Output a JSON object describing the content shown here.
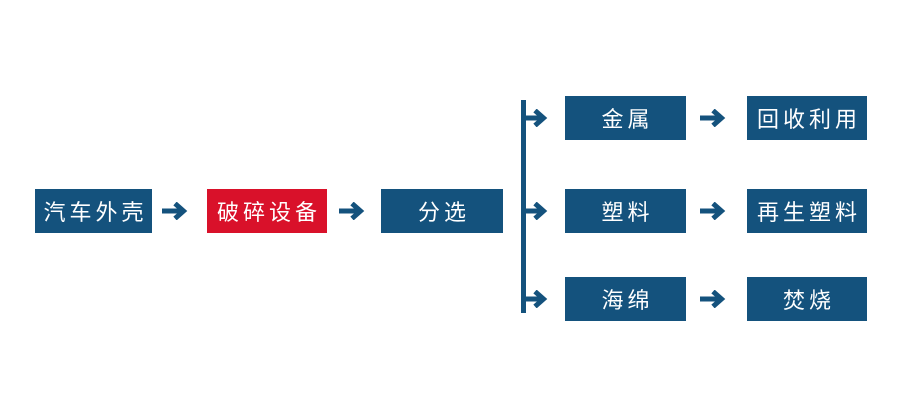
{
  "diagram": {
    "type": "flowchart",
    "colors": {
      "primary": "#14527D",
      "highlight": "#D9112A",
      "node_text": "#FFFFFF",
      "background": "#FFFFFF"
    },
    "main_flow": {
      "car_shell": "汽车外壳",
      "crusher": "破碎设备",
      "sorting": "分选"
    },
    "branches": [
      {
        "material": "金属",
        "outcome": "回收利用"
      },
      {
        "material": "塑料",
        "outcome": "再生塑料"
      },
      {
        "material": "海绵",
        "outcome": "焚烧"
      }
    ]
  }
}
